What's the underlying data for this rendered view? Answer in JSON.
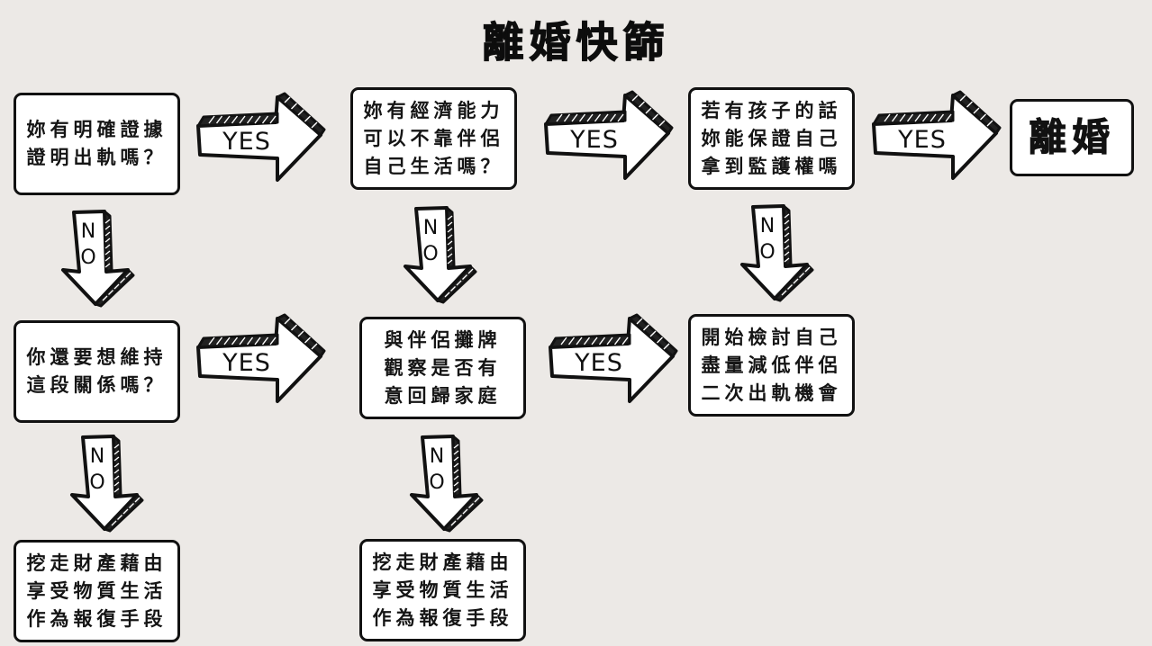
{
  "title": "離婚快篩",
  "boxes": {
    "q1": {
      "lines": [
        "妳有明確證據",
        "證明出軌嗎？"
      ]
    },
    "q2": {
      "lines": [
        "妳有經濟能力",
        "可以不靠伴侶",
        "自己生活嗎？"
      ]
    },
    "q3": {
      "lines": [
        "若有孩子的話",
        "妳能保證自己",
        "拿到監護權嗎"
      ]
    },
    "result_divorce": {
      "lines": [
        "離婚"
      ]
    },
    "q4": {
      "lines": [
        "你還要想維持",
        "這段關係嗎？"
      ]
    },
    "r_negotiate": {
      "lines": [
        "與伴侶攤牌",
        "觀察是否有",
        "意回歸家庭"
      ]
    },
    "r_reflect": {
      "lines": [
        "開始檢討自己",
        "盡量減低伴侶",
        "二次出軌機會"
      ]
    },
    "r_revenge_1": {
      "lines": [
        "挖走財產藉由",
        "享受物質生活",
        "作為報復手段"
      ]
    },
    "r_revenge_2": {
      "lines": [
        "挖走財產藉由",
        "享受物質生活",
        "作為報復手段"
      ]
    }
  },
  "arrows": {
    "yes_label": "YES",
    "no_label_top": "N",
    "no_label_bottom": "O"
  },
  "flow": [
    {
      "from": "q1",
      "to": "q2",
      "answer": "YES"
    },
    {
      "from": "q2",
      "to": "q3",
      "answer": "YES"
    },
    {
      "from": "q3",
      "to": "result_divorce",
      "answer": "YES"
    },
    {
      "from": "q1",
      "to": "q4",
      "answer": "NO"
    },
    {
      "from": "q2",
      "to": "r_negotiate",
      "answer": "NO"
    },
    {
      "from": "q3",
      "to": "r_reflect",
      "answer": "NO"
    },
    {
      "from": "q4",
      "to": "r_negotiate",
      "answer": "YES"
    },
    {
      "from": "r_negotiate",
      "to": "r_reflect",
      "answer": "YES"
    },
    {
      "from": "q4",
      "to": "r_revenge_1",
      "answer": "NO"
    },
    {
      "from": "r_negotiate",
      "to": "r_revenge_2",
      "answer": "NO"
    }
  ]
}
